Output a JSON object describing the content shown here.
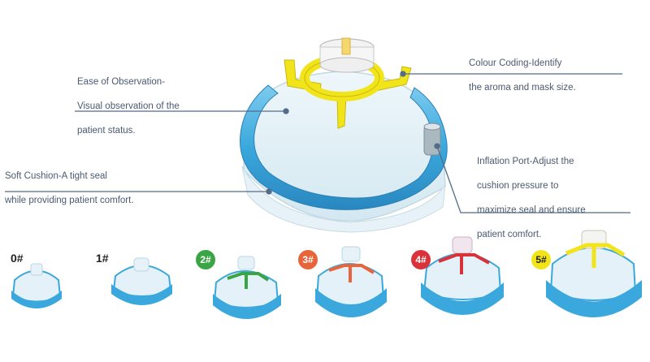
{
  "callouts": {
    "observation": {
      "line1": "Ease of Observation-",
      "line2": "Visual observation of the",
      "line3": "patient status."
    },
    "cushion": {
      "line1": "Soft Cushion-A tight seal",
      "line2": "while providing patient comfort."
    },
    "colour": {
      "line1": "Colour Coding-Identify",
      "line2": "the aroma and mask size."
    },
    "inflation": {
      "line1": "Inflation Port-Adjust the",
      "line2": "cushion pressure to",
      "line3": "maximize seal and ensure",
      "line4": "patient comfort."
    }
  },
  "sizes": [
    {
      "label": "0#",
      "badge": false,
      "color": "#ffffff"
    },
    {
      "label": "1#",
      "badge": false,
      "color": "#ffffff"
    },
    {
      "label": "2#",
      "badge": true,
      "color": "#3aa544"
    },
    {
      "label": "3#",
      "badge": true,
      "color": "#e8643a"
    },
    {
      "label": "4#",
      "badge": true,
      "color": "#d9323a"
    },
    {
      "label": "5#",
      "badge": true,
      "color": "#f2e41a"
    }
  ],
  "colors": {
    "cushion": "#3aa8dc",
    "line": "#556b8a",
    "frame_main": "#f2e41a"
  }
}
